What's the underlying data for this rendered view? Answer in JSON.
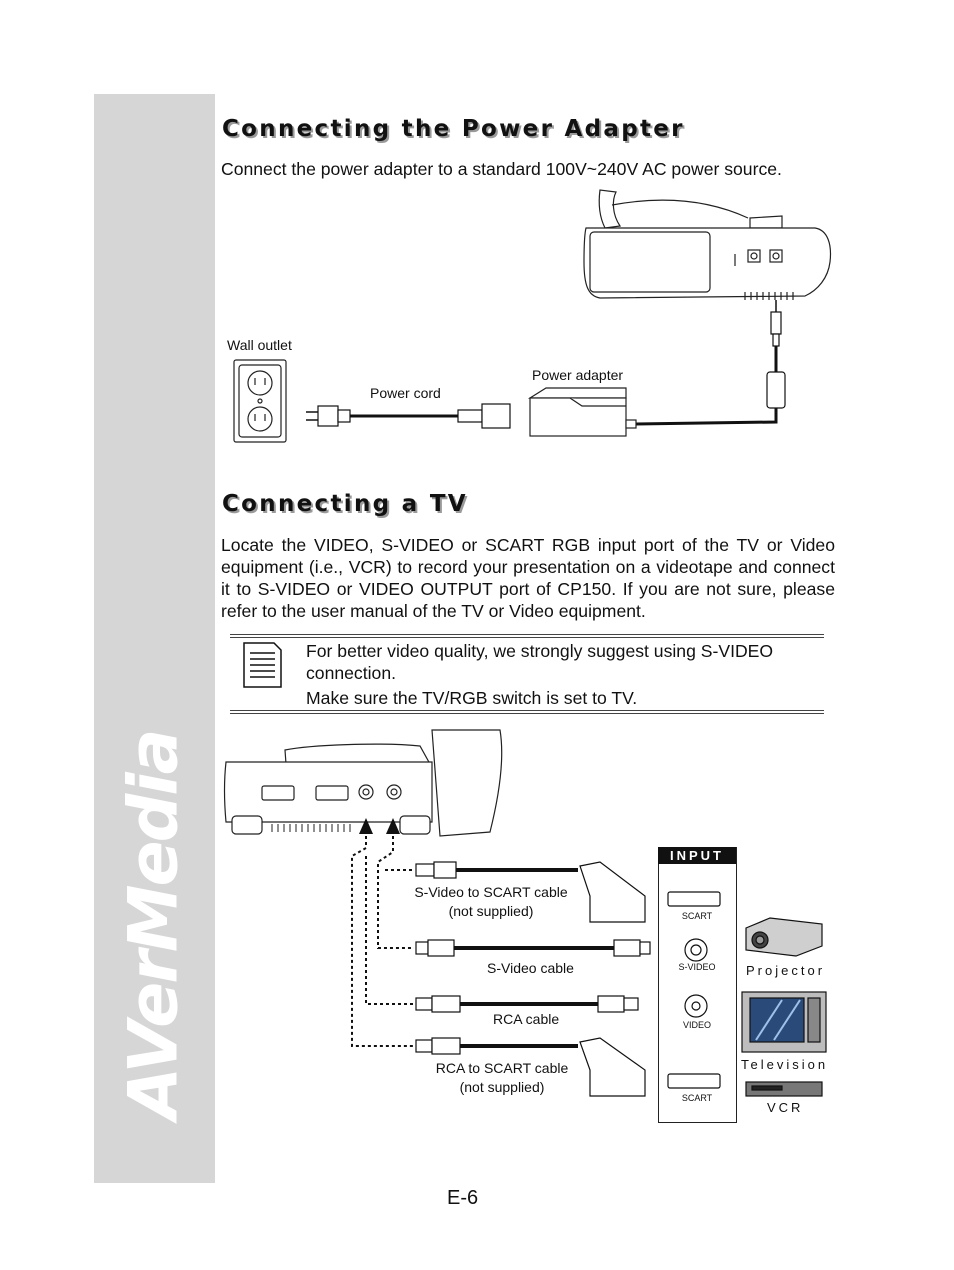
{
  "brand": "AVerMedia",
  "section1": {
    "heading": "Connecting the Power Adapter",
    "text": "Connect the power adapter to a standard 100V~240V AC power source.",
    "labels": {
      "wall_outlet": "Wall outlet",
      "power_cord": "Power cord",
      "power_adapter": "Power adapter"
    }
  },
  "section2": {
    "heading": "Connecting a TV",
    "text": "Locate the VIDEO, S-VIDEO or SCART RGB input port of the TV or Video equipment (i.e., VCR) to record your presentation on a videotape and connect it to S-VIDEO or VIDEO OUTPUT port of CP150. If you are not sure, please refer to the user manual of the TV or Video equipment.",
    "note": {
      "line1": "For better video quality, we strongly suggest using S-VIDEO connection.",
      "line2": "Make sure the TV/RGB switch is set to TV."
    },
    "cables": {
      "svideo_scart_1": "S-Video to SCART cable",
      "svideo_scart_2": "(not supplied)",
      "svideo": "S-Video cable",
      "rca": "RCA cable",
      "rca_scart_1": "RCA to SCART cable",
      "rca_scart_2": "(not supplied)"
    },
    "input_panel": {
      "title": "INPUT",
      "ports": [
        "SCART",
        "S-VIDEO",
        "VIDEO",
        "SCART"
      ]
    },
    "devices": {
      "projector": "Projector",
      "television": "Television",
      "vcr": "VCR"
    }
  },
  "page_number": "E-6"
}
